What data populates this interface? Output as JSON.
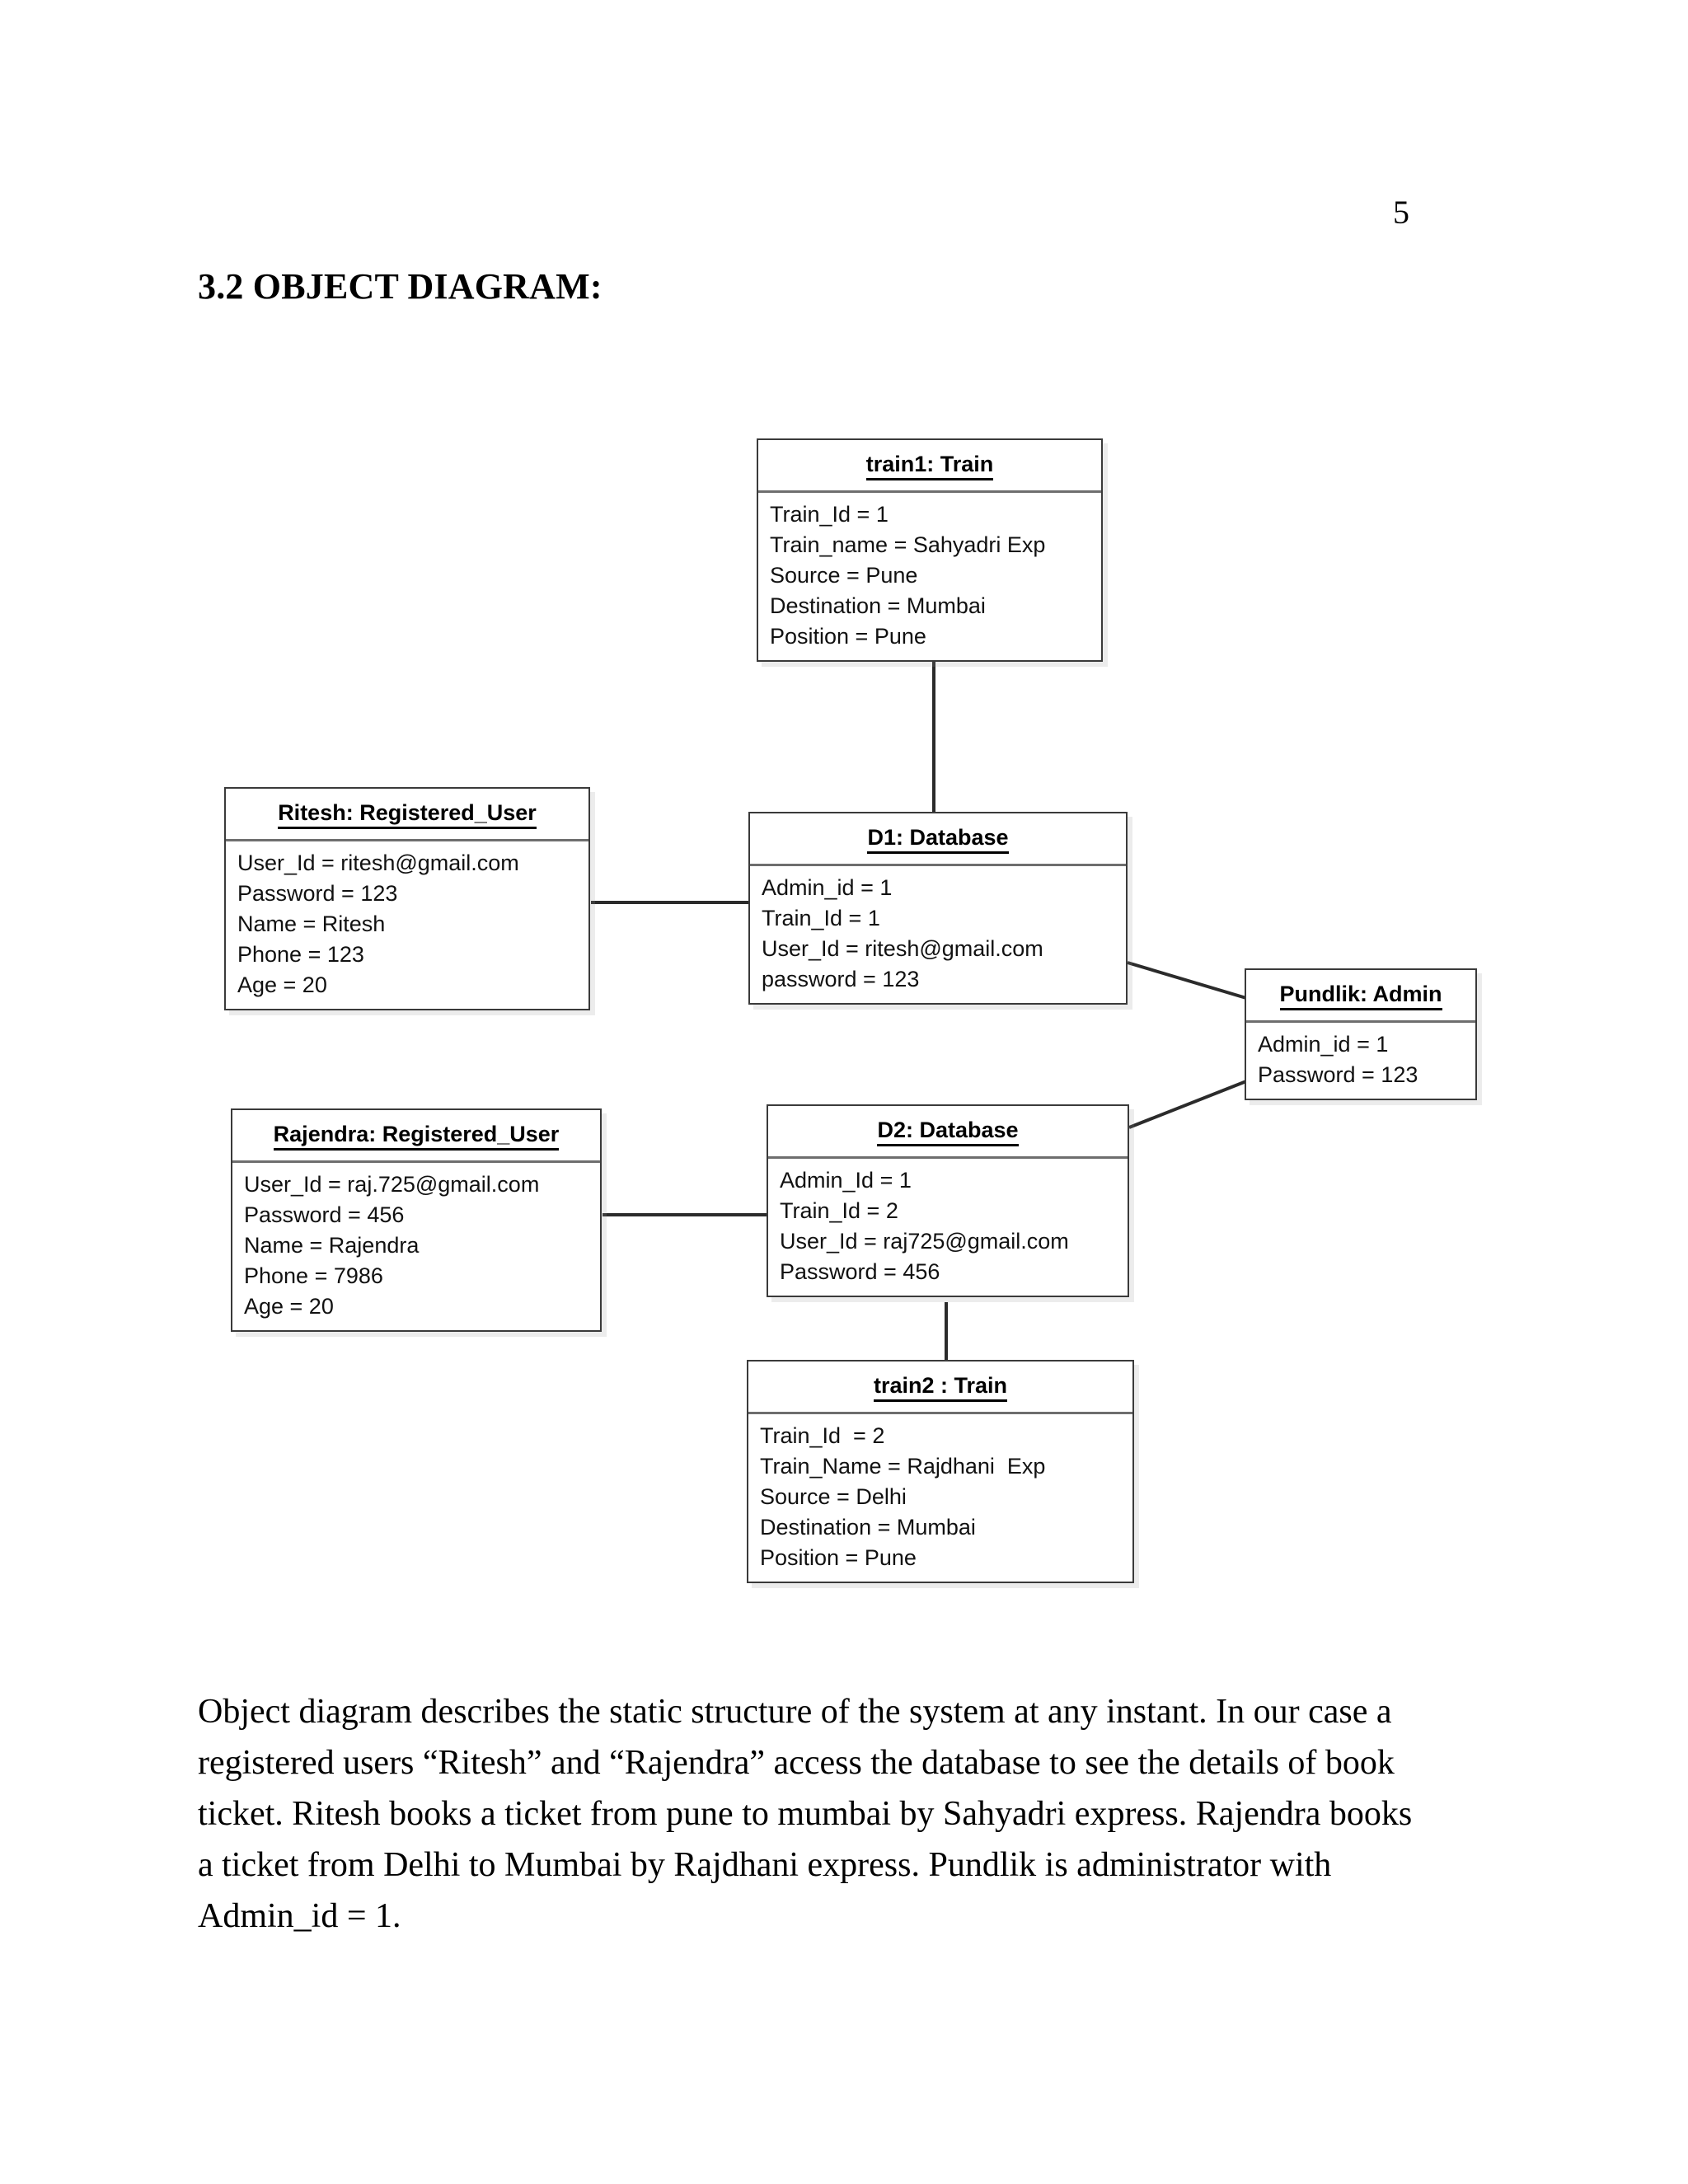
{
  "page": {
    "number": "5",
    "heading": "3.2 OBJECT DIAGRAM:"
  },
  "diagram": {
    "type": "uml-object-diagram",
    "objects": [
      {
        "id": "train1",
        "header": "train1: Train",
        "attributes": [
          "Train_Id = 1",
          "Train_name = Sahyadri Exp",
          "Source = Pune",
          "Destination = Mumbai",
          "Position = Pune"
        ]
      },
      {
        "id": "ritesh",
        "header": "Ritesh: Registered_User",
        "attributes": [
          "User_Id = ritesh@gmail.com",
          "Password = 123",
          "Name = Ritesh",
          "Phone = 123",
          "Age = 20"
        ]
      },
      {
        "id": "d1",
        "header": "D1: Database",
        "attributes": [
          "Admin_id = 1",
          "Train_Id = 1",
          "User_Id = ritesh@gmail.com",
          "password = 123"
        ]
      },
      {
        "id": "pundlik",
        "header": "Pundlik: Admin",
        "attributes": [
          "Admin_id = 1",
          "Password = 123"
        ]
      },
      {
        "id": "rajendra",
        "header": "Rajendra: Registered_User",
        "attributes": [
          "User_Id = raj.725@gmail.com",
          "Password = 456",
          "Name = Rajendra",
          "Phone = 7986",
          "Age = 20"
        ]
      },
      {
        "id": "d2",
        "header": "D2: Database",
        "attributes": [
          "Admin_Id = 1",
          "Train_Id = 2",
          "User_Id = raj725@gmail.com",
          "Password = 456"
        ]
      },
      {
        "id": "train2",
        "header": "train2 : Train",
        "attributes": [
          "Train_Id  = 2",
          "Train_Name = Rajdhani  Exp",
          "Source = Delhi",
          "Destination = Mumbai",
          "Position = Pune"
        ]
      }
    ],
    "links": [
      {
        "from": "train1",
        "to": "d1"
      },
      {
        "from": "ritesh",
        "to": "d1"
      },
      {
        "from": "d1",
        "to": "pundlik"
      },
      {
        "from": "pundlik",
        "to": "d2"
      },
      {
        "from": "rajendra",
        "to": "d2"
      },
      {
        "from": "d2",
        "to": "train2"
      }
    ],
    "line_color": "#2b2b2b"
  },
  "paragraph": {
    "text": "Object diagram describes the static structure of the system at any instant. In our case a registered users “Ritesh” and “Rajendra” access the database to see the details of book ticket. Ritesh books a ticket from pune to mumbai by Sahyadri express. Rajendra books a ticket from Delhi to Mumbai by Rajdhani express. Pundlik is administrator with Admin_id = 1."
  }
}
